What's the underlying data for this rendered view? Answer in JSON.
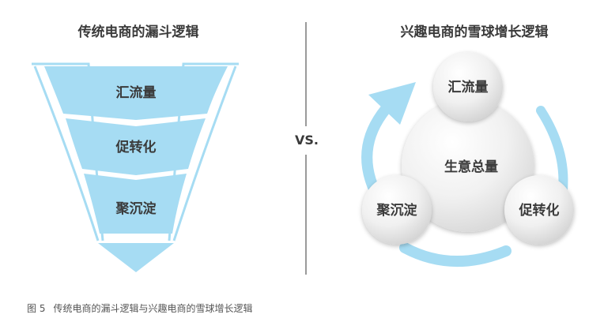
{
  "left": {
    "title": "传统电商的漏斗逻辑",
    "stages": [
      "汇流量",
      "促转化",
      "聚沉淀"
    ]
  },
  "divider_label": "VS.",
  "right": {
    "title": "兴趣电商的雪球增长逻辑",
    "center": "生意总量",
    "nodes": [
      "汇流量",
      "促转化",
      "聚沉淀"
    ]
  },
  "caption": {
    "figure": "图 5",
    "text": "传统电商的漏斗逻辑与兴趣电商的雪球增长逻辑"
  },
  "colors": {
    "funnel_fill": "#a6dcf3",
    "funnel_stroke": "#a6dcf3",
    "arrow": "#a6dcf3",
    "text": "#3a3a3a",
    "divider": "#9a9a9a"
  }
}
